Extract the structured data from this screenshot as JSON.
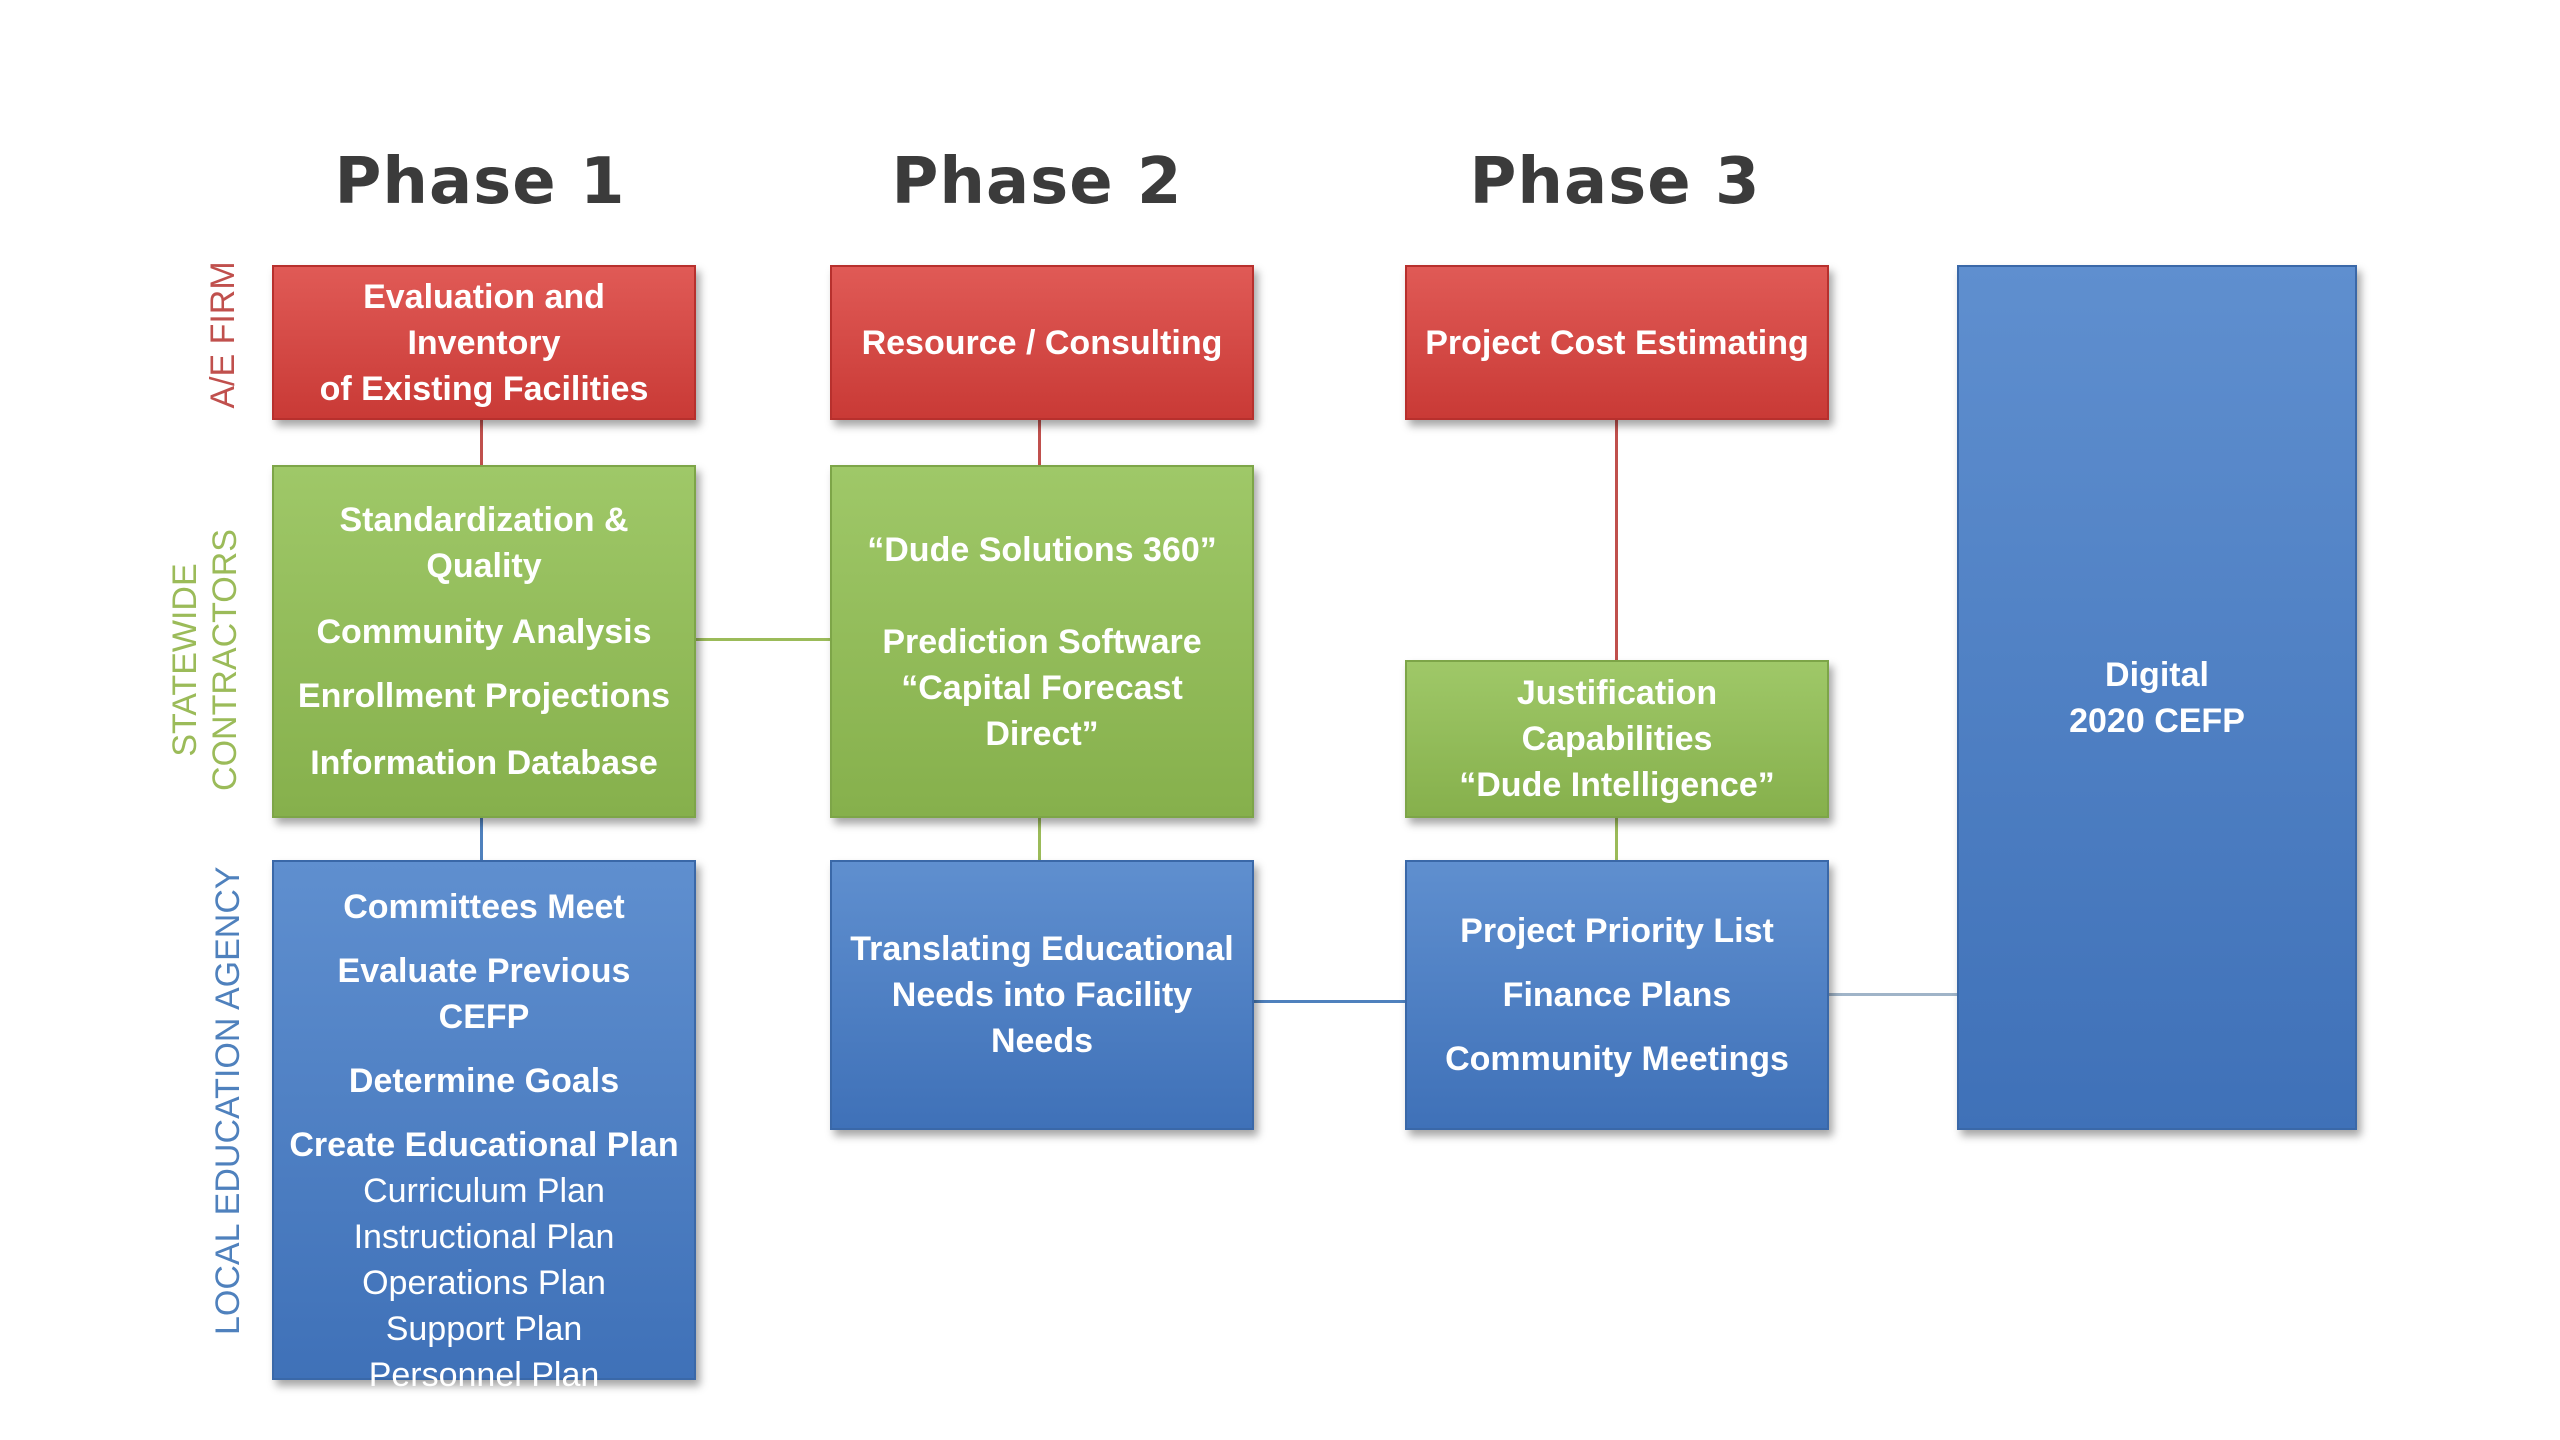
{
  "phases": [
    {
      "title": "Phase 1"
    },
    {
      "title": "Phase 2"
    },
    {
      "title": "Phase 3"
    }
  ],
  "row_labels": {
    "ae_firm": "A/E FIRM",
    "statewide_line1": "STATEWIDE",
    "statewide_line2": "CONTRACTORS",
    "local_agency": "LOCAL EDUCATION AGENCY"
  },
  "colors": {
    "red": "#c0504d",
    "green": "#9bbb59",
    "blue": "#4f81bd",
    "title_gray": "#3b3b3b"
  },
  "boxes": {
    "p1_red": {
      "lines": [
        "Evaluation and Inventory",
        "of Existing Facilities"
      ]
    },
    "p2_red": {
      "lines": [
        "Resource / Consulting"
      ]
    },
    "p3_red": {
      "lines": [
        "Project Cost Estimating"
      ]
    },
    "p1_green": {
      "lines": [
        "Standardization & Quality",
        "Community Analysis",
        "Enrollment Projections",
        "Information Database"
      ]
    },
    "p2_green": {
      "lines": [
        "“Dude Solutions 360”",
        "Prediction Software",
        "“Capital Forecast Direct”"
      ]
    },
    "p3_green": {
      "lines": [
        "Justification Capabilities",
        "“Dude Intelligence”"
      ]
    },
    "p1_blue": {
      "bold_lines": [
        "Committees Meet",
        "Evaluate Previous CEFP",
        "Determine Goals",
        "Create Educational Plan"
      ],
      "normal_lines": [
        "Curriculum Plan",
        "Instructional Plan",
        "Operations Plan",
        "Support Plan",
        "Personnel Plan"
      ]
    },
    "p2_blue": {
      "lines": [
        "Translating Educational",
        "Needs into Facility Needs"
      ]
    },
    "p3_blue": {
      "lines": [
        "Project Priority List",
        "Finance Plans",
        "Community Meetings"
      ]
    },
    "final_blue": {
      "lines": [
        "Digital",
        "2020 CEFP"
      ]
    }
  }
}
